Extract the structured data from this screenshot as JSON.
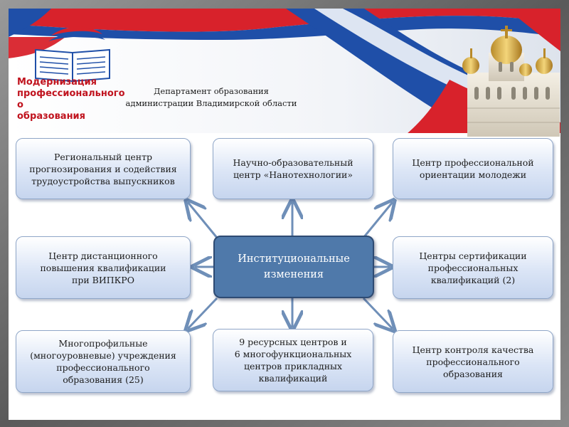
{
  "header": {
    "logo_lines": [
      "Модернизация",
      "профессионального",
      "о",
      "образования"
    ],
    "department_lines": [
      "Департамент образования",
      "администрации Владимирской области"
    ]
  },
  "center": {
    "lines": [
      "Институциональные",
      "изменения"
    ]
  },
  "boxes": [
    {
      "lines": [
        "Региональный центр",
        "прогнозирования и содействия",
        "трудоустройства выпускников"
      ]
    },
    {
      "lines": [
        "Научно-образовательный",
        "центр «Нанотехнологии»"
      ]
    },
    {
      "lines": [
        "Центр профессиональной",
        "ориентации молодежи"
      ]
    },
    {
      "lines": [
        "Центр дистанционного",
        "повышения квалификации",
        "при ВИПКРО"
      ]
    },
    {
      "lines": [
        "Центры сертификации",
        "профессиональных",
        "квалификаций (2)"
      ]
    },
    {
      "lines": [
        "Многопрофильные",
        "(многоуровневые) учреждения",
        "профессионального",
        "образования (25)"
      ]
    },
    {
      "lines": [
        "9 ресурсных центров и",
        "6 многофункциональных",
        "центров прикладных",
        "квалификаций"
      ]
    },
    {
      "lines": [
        "Центр контроля качества",
        "профессионального",
        "образования"
      ]
    }
  ],
  "colors": {
    "frame": "#6e6e6e",
    "flag_red": "#d8222b",
    "flag_blue": "#1f4fa8",
    "center_fill": "#4f79aa",
    "box_border": "#8fa6c8",
    "logo_text": "#c0131e"
  }
}
